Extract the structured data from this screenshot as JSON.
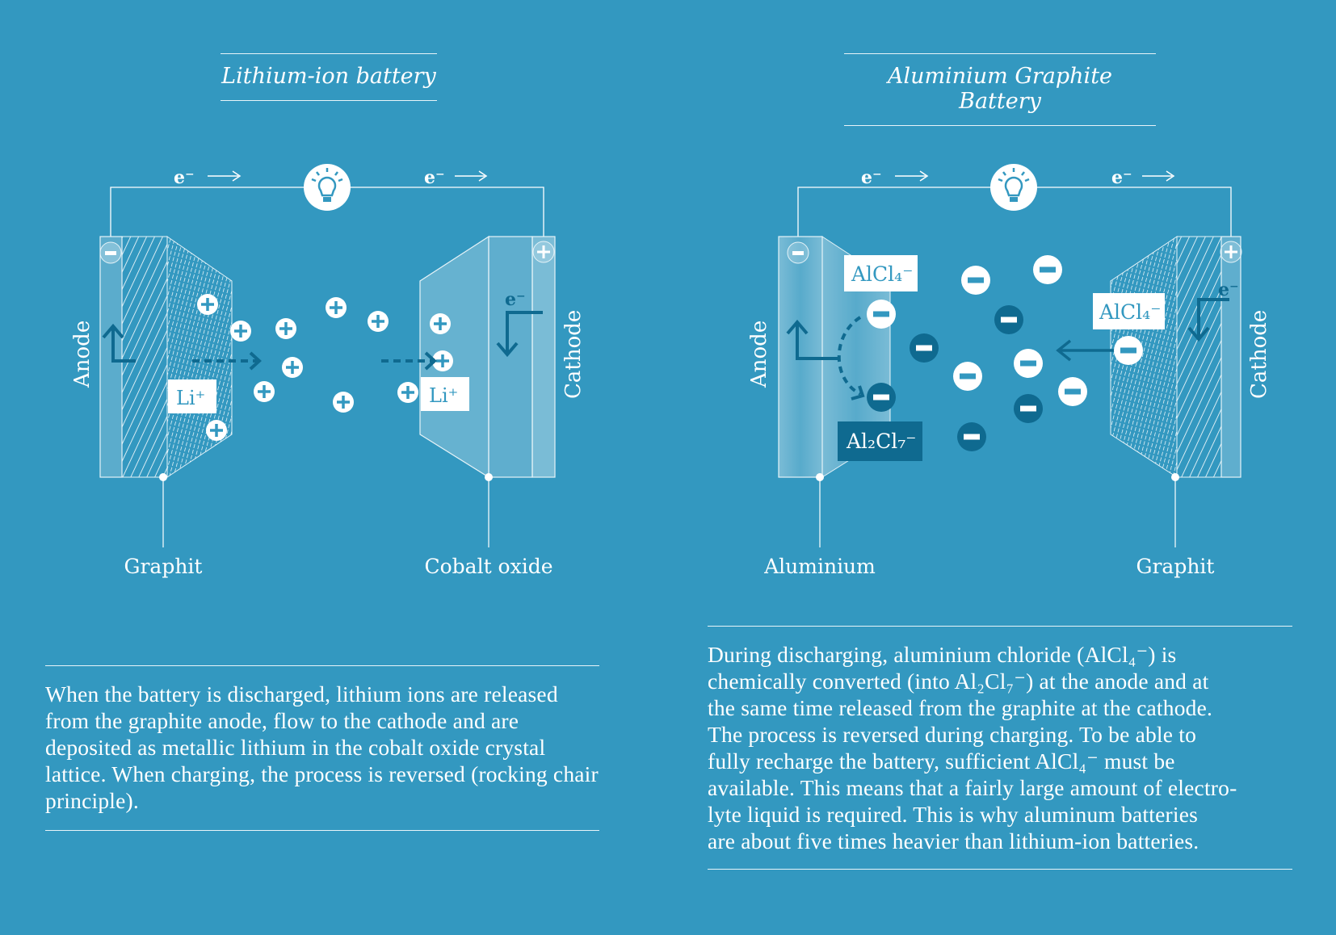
{
  "colors": {
    "background": "#3398c0",
    "dark_ion": "#0f6a90",
    "white": "#ffffff"
  },
  "left": {
    "title": "Lithium-ion battery",
    "electron_label": "e⁻",
    "bulb_icon": "lightbulb-icon",
    "anode_label": "Anode",
    "cathode_label": "Cathode",
    "cathode_electron": "e⁻",
    "ion_label_left": "Li⁺",
    "ion_label_right": "Li⁺",
    "anode_material": "Graphit",
    "cathode_material": "Cobalt oxide",
    "description": "When the battery is discharged, lithium ions are released from the graphite anode, flow to the cathode and are deposited as metallic lithium in the cobalt oxide crystal lattice. When charging, the process is reversed (rocking chair principle)."
  },
  "right": {
    "title": "Aluminium Graphite Battery",
    "electron_label": "e⁻",
    "bulb_icon": "lightbulb-icon",
    "anode_label": "Anode",
    "cathode_label": "Cathode",
    "cathode_electron": "e⁻",
    "ion_label_anode": "AlCl₄⁻",
    "ion_label_converted": "Al₂Cl₇⁻",
    "ion_label_cathode": "AlCl₄⁻",
    "anode_material": "Aluminium",
    "cathode_material": "Graphit",
    "description_lines": [
      "During discharging, aluminium chloride (AlCl₄⁻) is",
      "chemically converted (into Al₂Cl₇⁻) at the anode and at",
      "the same time released from the graphite at the cathode.",
      "The process is reversed during charging. To be able to",
      "fully recharge the battery, sufficient AlCl₄⁻ must be",
      "available. This means that a fairly large amount of electro-",
      "lyte liquid is required. This is why aluminum batteries",
      "are about five times heavier than lithium-ion batteries."
    ]
  }
}
